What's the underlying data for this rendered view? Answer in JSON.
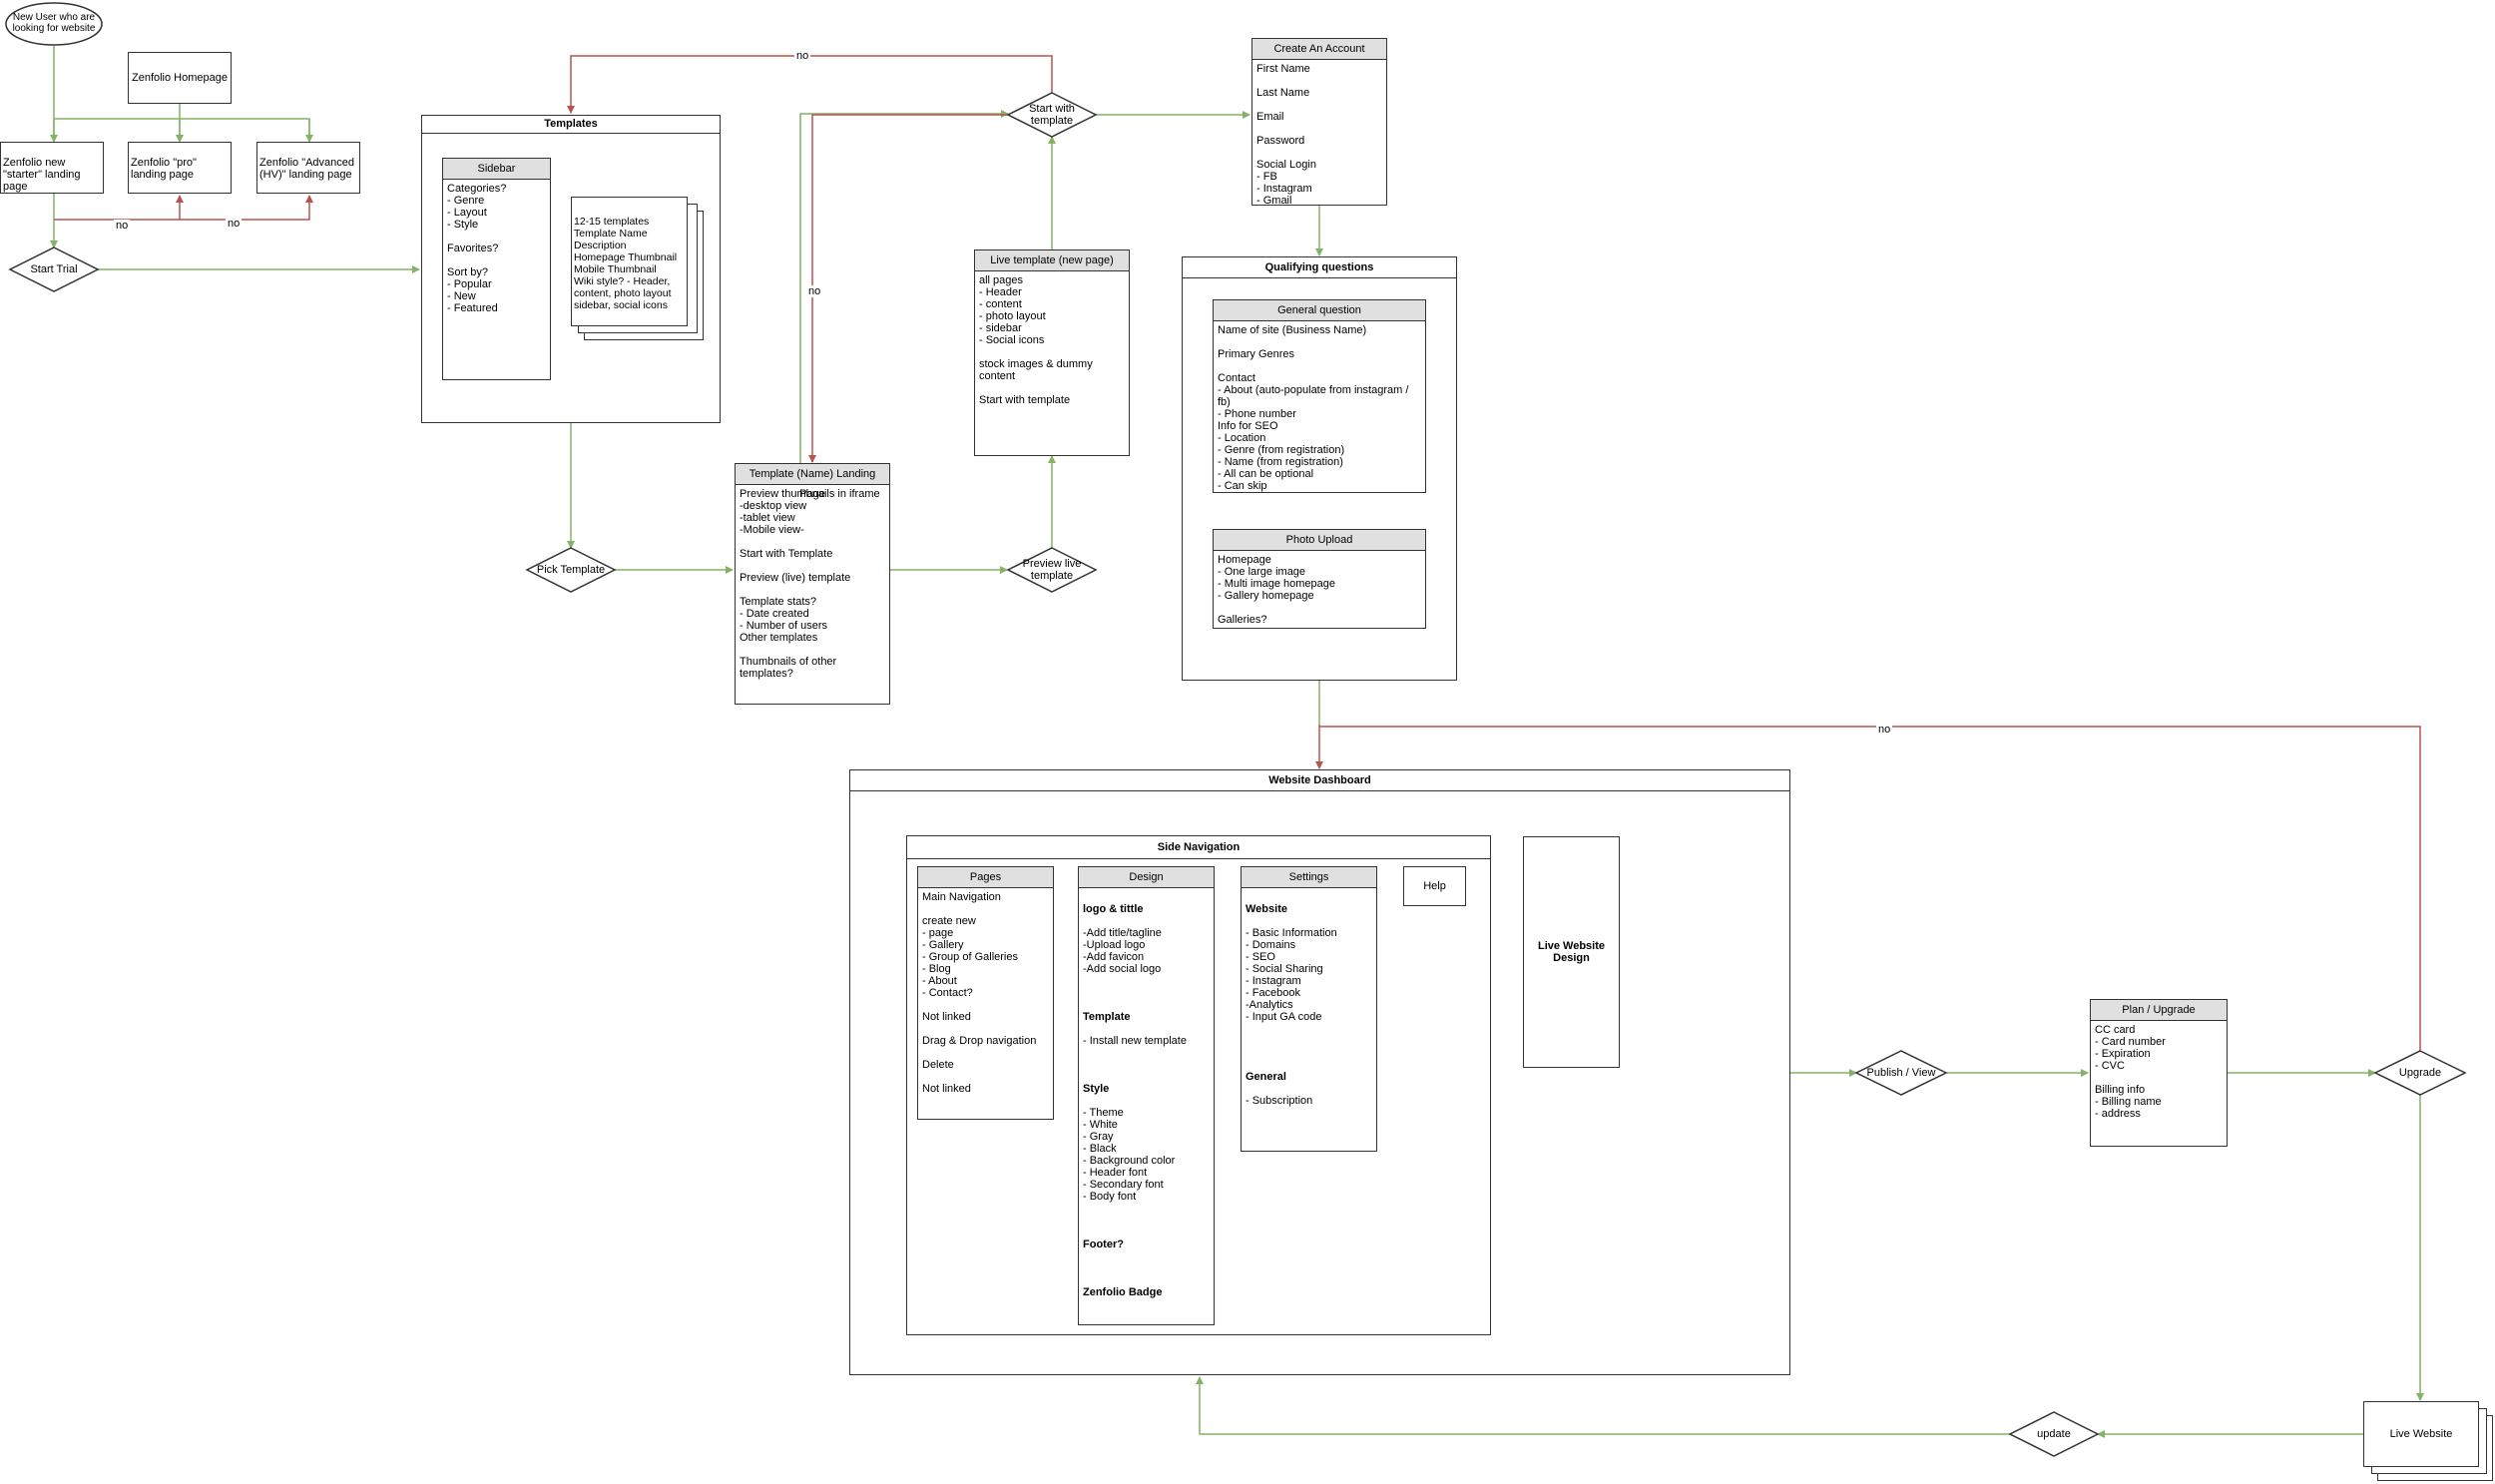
{
  "colors": {
    "success_edge": "#82b366",
    "failure_edge": "#b85450",
    "header_fill": "#e0e0e0",
    "stroke": "#333333"
  },
  "nodes": {
    "new_user": "New User who are looking for website",
    "homepage": "Zenfolio Homepage",
    "starter_landing": "Zenfolio new \"starter\" landing page",
    "pro_landing": "Zenfolio \"pro\" landing page",
    "advanced_landing": "Zenfolio \"Advanced (HV)\" landing page",
    "start_trial": "Start Trial",
    "pick_template": "Pick Template",
    "start_with_template": "Start with template",
    "preview_live_template": "Preview live template",
    "publish_view": "Publish / View",
    "upgrade": "Upgrade",
    "update": "update",
    "live_website": "Live Website"
  },
  "templates": {
    "title": "Templates",
    "sidebar": {
      "title": "Sidebar",
      "body": "Categories?\n- Genre\n- Layout\n- Style\n\nFavorites?\n\nSort by?\n- Popular\n- New\n- Featured"
    },
    "stack_text": "12-15 templates\nTemplate Name\nDescription\nHomepage Thumbnail\nMobile Thumbnail\nWiki style? - Header, content, photo layout sidebar, social icons"
  },
  "landing_page": {
    "title": "Template (Name) Landing Page",
    "body": "Preview thumbnails in iframe\n-desktop view\n-tablet view\n-Mobile view-\n\nStart with Template\n\nPreview (live) template\n\nTemplate stats?\n- Date created\n- Number of users\nOther templates\n\nThumbnails of other templates?"
  },
  "live_template": {
    "title": "Live template (new page)",
    "body": "all pages\n- Header\n- content\n- photo layout\n- sidebar\n- Social icons\n\nstock images & dummy content\n\nStart with template"
  },
  "create_account": {
    "title": "Create  An Account",
    "body": "First Name\n\nLast Name\n\nEmail\n\nPassword\n\nSocial Login\n- FB\n- Instagram\n- Gmail"
  },
  "qualifying": {
    "title": "Qualifying questions",
    "general": {
      "title": "General question",
      "body": "Name of site (Business Name)\n\nPrimary Genres\n\nContact\n- About (auto-populate from instagram / fb)\n- Phone number\nInfo for SEO\n- Location\n- Genre (from registration)\n- Name (from registration)\n- All can be optional\n- Can skip"
    },
    "photo": {
      "title": "Photo Upload",
      "body": "Homepage\n- One large image\n- Multi image homepage\n- Gallery homepage\n\nGalleries?"
    }
  },
  "dashboard": {
    "title": "Website Dashboard",
    "side_nav": {
      "title": "Side Navigation",
      "pages": {
        "title": "Pages",
        "body": "Main Navigation\n\ncreate new\n- page\n- Gallery\n- Group of Galleries\n- Blog\n- About\n- Contact?\n\nNot linked\n\nDrag & Drop navigation\n\nDelete\n\nNot linked"
      },
      "design": {
        "title": "Design",
        "logo_heading": "logo & tittle",
        "logo_body": "-Add title/tagline\n-Upload logo\n-Add favicon\n-Add social logo",
        "template_heading": "Template",
        "template_body": "- Install new template",
        "style_heading": "Style",
        "style_body": "- Theme\n   - White\n   - Gray\n   - Black\n- Background color\n- Header font\n- Secondary font\n- Body font",
        "footer": "Footer?",
        "badge": "Zenfolio Badge"
      },
      "settings": {
        "title": "Settings",
        "website_heading": "Website",
        "website_body": "- Basic Information\n- Domains\n- SEO\n- Social Sharing\n   - Instagram\n   - Facebook\n-Analytics\n- Input GA code",
        "general_heading": "General",
        "general_body": "- Subscription"
      },
      "help": "Help"
    },
    "live_design": "Live Website Design"
  },
  "plan_upgrade": {
    "title": "Plan / Upgrade",
    "body": "CC card\n- Card number\n- Expiration\n- CVC\n\nBilling info\n- Billing name\n- address"
  },
  "edge_labels": {
    "no": "no"
  }
}
